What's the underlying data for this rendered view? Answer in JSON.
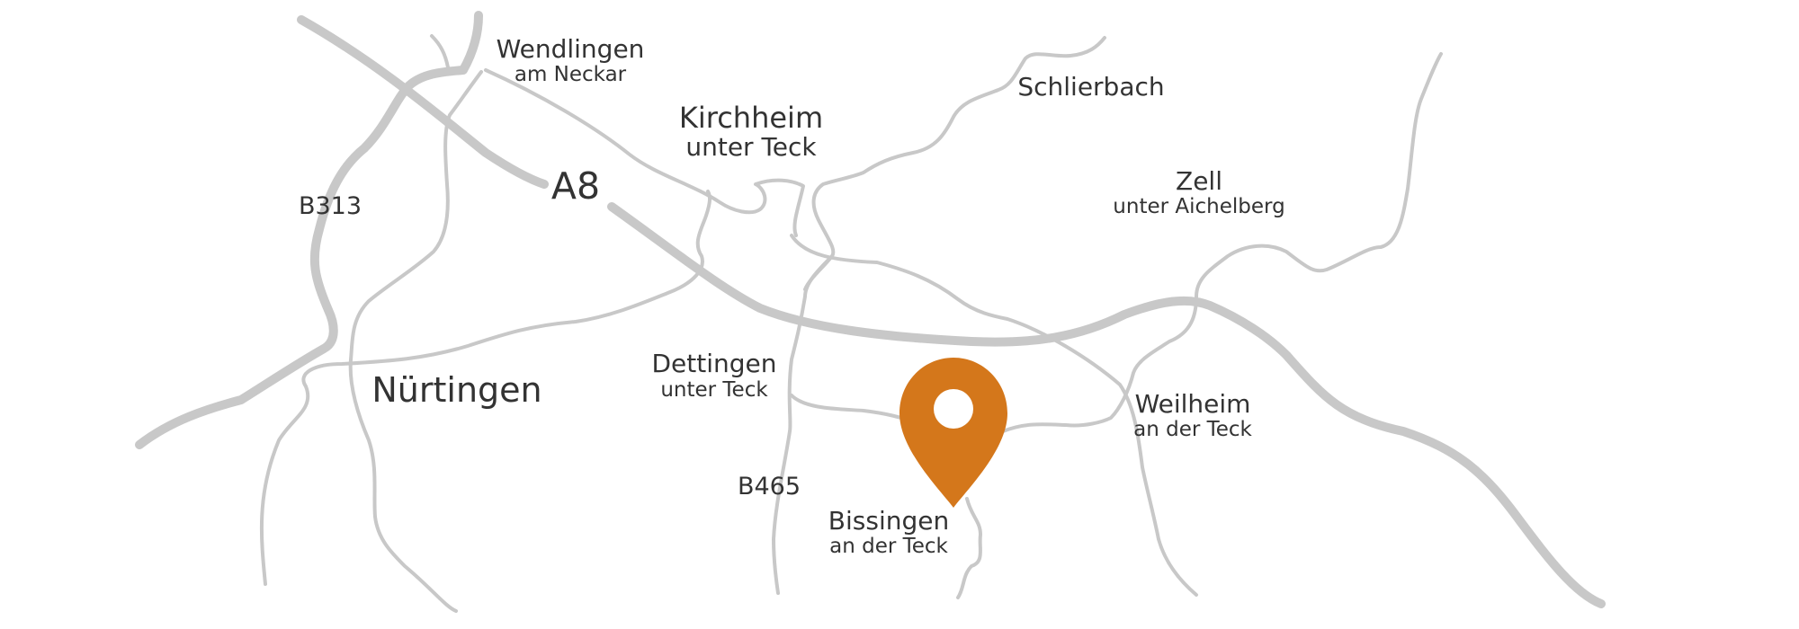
{
  "map": {
    "places": {
      "wendlingen": {
        "name": "Wendlingen",
        "sub": "am Neckar"
      },
      "kirchheim": {
        "name": "Kirchheim",
        "sub": "unter Teck"
      },
      "schlierbach": {
        "name": "Schlierbach"
      },
      "zell": {
        "name": "Zell",
        "sub": "unter Aichelberg"
      },
      "nuertingen": {
        "name": "Nürtingen"
      },
      "dettingen": {
        "name": "Dettingen",
        "sub": "unter Teck"
      },
      "weilheim": {
        "name": "Weilheim",
        "sub": "an der Teck"
      },
      "bissingen": {
        "name": "Bissingen",
        "sub": "an der Teck"
      }
    },
    "road_labels": {
      "a8": "A8",
      "b313": "B313",
      "b465": "B465"
    },
    "marker": {
      "icon": "map-pin-icon",
      "color": "#d4771b",
      "location": "Bissingen"
    },
    "colors": {
      "roads": "#c8c8c8",
      "labels": "#333333",
      "background": "#ffffff"
    }
  }
}
